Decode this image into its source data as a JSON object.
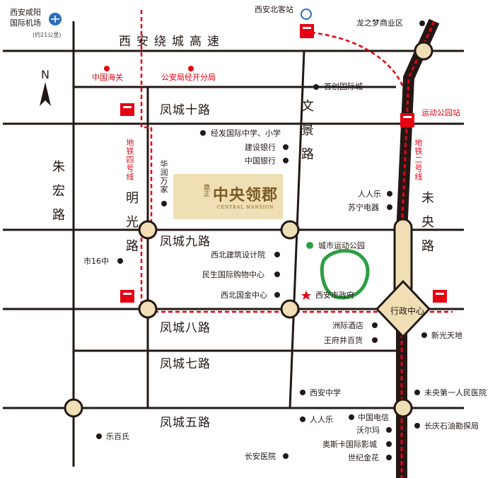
{
  "roads": {
    "ring_expressway": "西安绕城高速",
    "fengcheng_10": "凤城十路",
    "fengcheng_9": "凤城九路",
    "fengcheng_8": "凤城八路",
    "fengcheng_7": "凤城七路",
    "fengcheng_5": "凤城五路",
    "zhuhong": "朱宏路",
    "mingguang": "明光路",
    "wenjing": "文景路",
    "weiyang": "未央路"
  },
  "metro": {
    "line4": "地铁四号线",
    "line2": "地铁二号线",
    "sports_park_station": "运动公园站"
  },
  "places": {
    "airport": "西安咸阳\n国际机场",
    "airport_distance": "(约21公里)",
    "north_bus_station": "西安北客站",
    "dragon_dream": "龙之梦商业区",
    "customs": "中国海关",
    "police": "公安局经开分局",
    "shouchuang": "首创国际城",
    "jingfa_school": "经发国际中学、小学",
    "ccb": "建设银行",
    "boc": "中国银行",
    "huarun": "华润万家",
    "rrl_north": "人人乐",
    "suning": "苏宁电器",
    "city_sports_park": "城市运动公园",
    "nw_design": "西北建筑设计院",
    "minsheng": "民生国际购物中心",
    "nw_gold": "西北国金中心",
    "city_gov": "西安市政府",
    "no16": "市16中",
    "admin_center": "行政中心",
    "zhouji_hotel": "洲际酒店",
    "wangfujing": "王府井百货",
    "xinguang": "新光天地",
    "xian_high": "西安中学",
    "weiyang_hospital": "未央第一人民医院",
    "rrl_south": "人人乐",
    "china_telecom": "中国电信",
    "walmart": "沃尔玛",
    "oscar": "奥斯卡国际影城",
    "century_jinhua": "世纪金花",
    "changqing": "长庆石油勘探局",
    "lebaishi": "乐百氏",
    "changan_hospital": "长安医院"
  },
  "compass": "N",
  "brand": {
    "prefix": "鼎正",
    "name": "中央领郡",
    "en": "CENTRAL MANSION"
  },
  "colors": {
    "road": "#231815",
    "metro": "#e60012",
    "brand_bg": "#f0dfb4",
    "park": "#2e9e44",
    "accent_gold": "#7a5a22"
  }
}
